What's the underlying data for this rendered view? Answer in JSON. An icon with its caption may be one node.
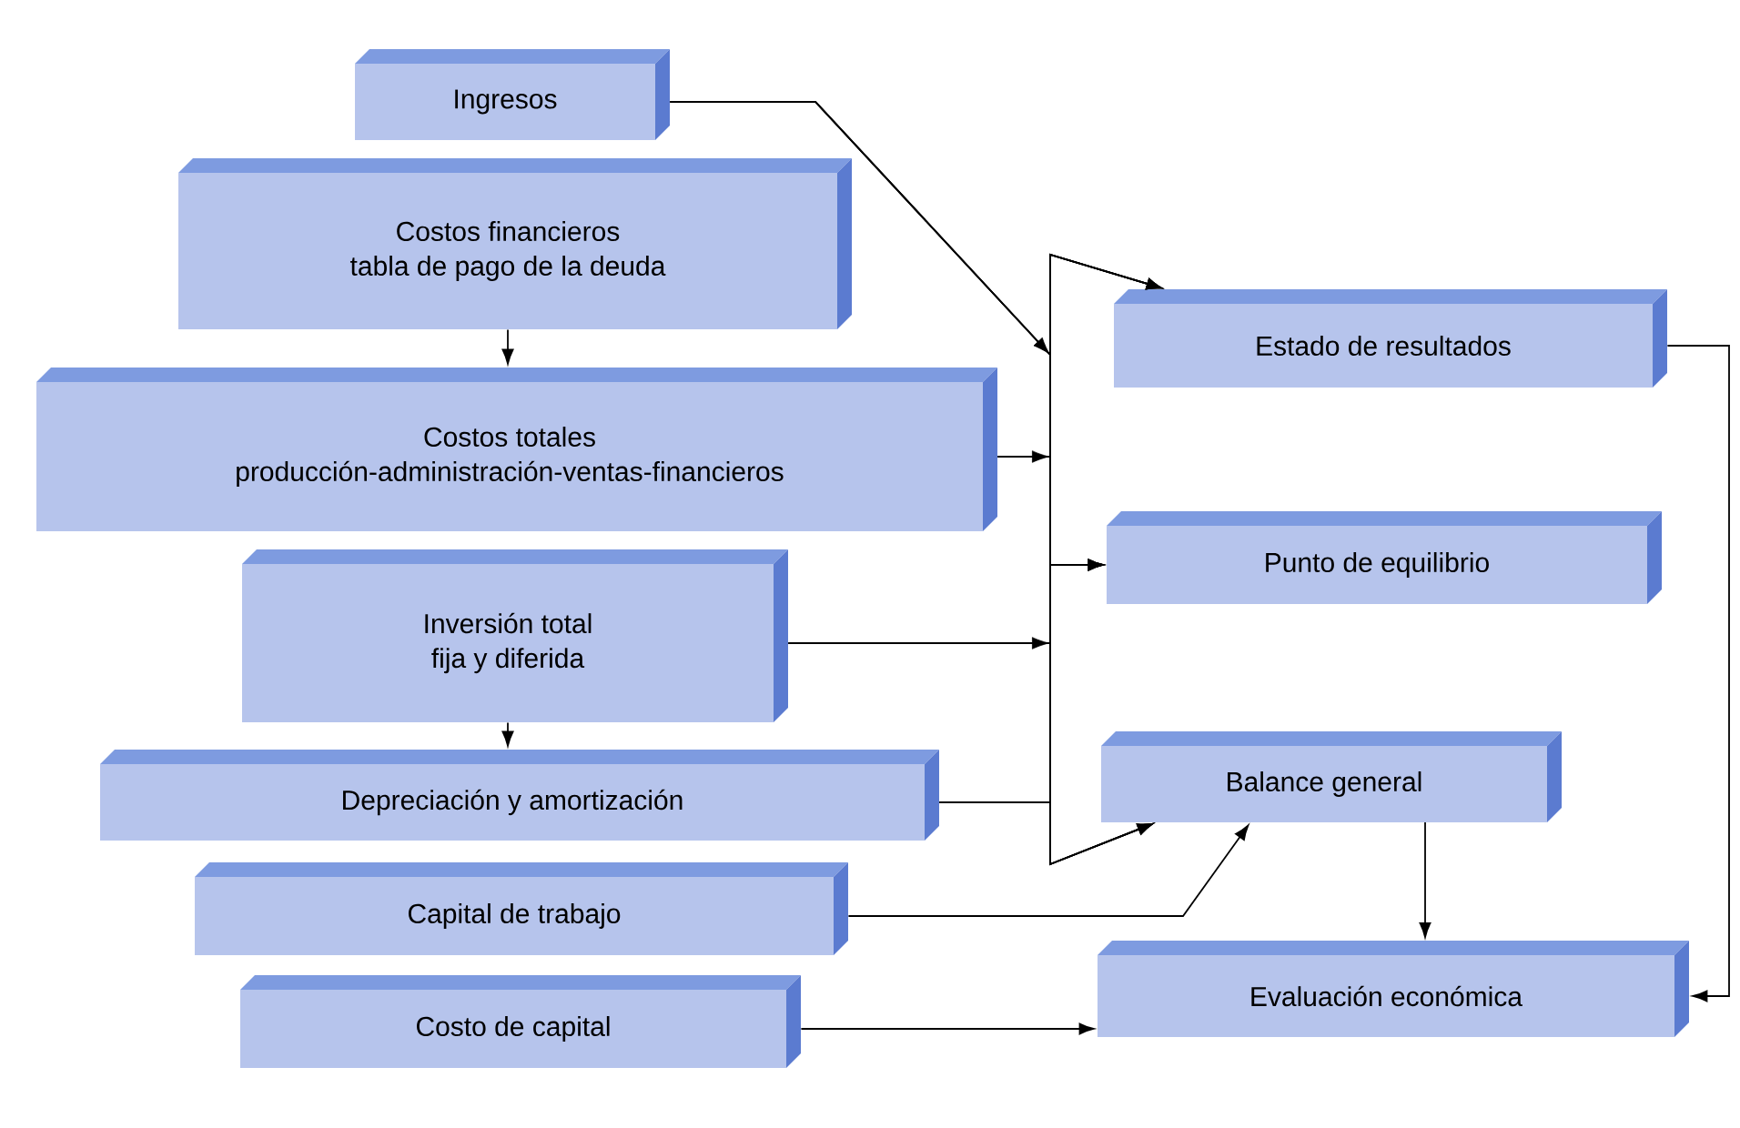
{
  "diagram": {
    "nodes": [
      {
        "text": [
          "Ingresos"
        ]
      },
      {
        "text": [
          "Costos financieros",
          "tabla de pago de la deuda"
        ]
      },
      {
        "text": [
          "Costos totales",
          "producción-administración-ventas-financieros"
        ]
      },
      {
        "text": [
          "Inversión total",
          "fija y diferida"
        ]
      },
      {
        "text": [
          "Depreciación y amortización"
        ]
      },
      {
        "text": [
          "Capital de trabajo"
        ]
      },
      {
        "text": [
          "Costo de capital"
        ]
      },
      {
        "text": [
          "Estado de resultados"
        ]
      },
      {
        "text": [
          "Punto de equilibrio"
        ]
      },
      {
        "text": [
          "Balance general"
        ]
      },
      {
        "text": [
          "Evaluación económica"
        ]
      }
    ],
    "edges": [
      {
        "from": 1,
        "to": 2,
        "arrow": "to"
      },
      {
        "from": 3,
        "to": 4,
        "arrow": "to"
      },
      {
        "from": 0,
        "to": 7,
        "arrow": "to"
      },
      {
        "from": 0,
        "to": 8,
        "arrow": "to"
      },
      {
        "from": 0,
        "to": 9,
        "arrow": "to"
      },
      {
        "from": 2,
        "to": 7,
        "arrow": "to"
      },
      {
        "from": 2,
        "to": 8,
        "arrow": "to"
      },
      {
        "from": 2,
        "to": 9,
        "arrow": "to"
      },
      {
        "from": 3,
        "to": 7,
        "arrow": "to"
      },
      {
        "from": 3,
        "to": 8,
        "arrow": "to"
      },
      {
        "from": 3,
        "to": 9,
        "arrow": "to"
      },
      {
        "from": 4,
        "to": 7,
        "arrow": "to"
      },
      {
        "from": 4,
        "to": 8,
        "arrow": "to"
      },
      {
        "from": 4,
        "to": 9,
        "arrow": "to"
      },
      {
        "from": 5,
        "to": 9,
        "arrow": "to"
      },
      {
        "from": 6,
        "to": 10,
        "arrow": "to"
      },
      {
        "from": 9,
        "to": 10,
        "arrow": "to"
      },
      {
        "from": 7,
        "to": 10,
        "arrow": "to"
      }
    ]
  }
}
